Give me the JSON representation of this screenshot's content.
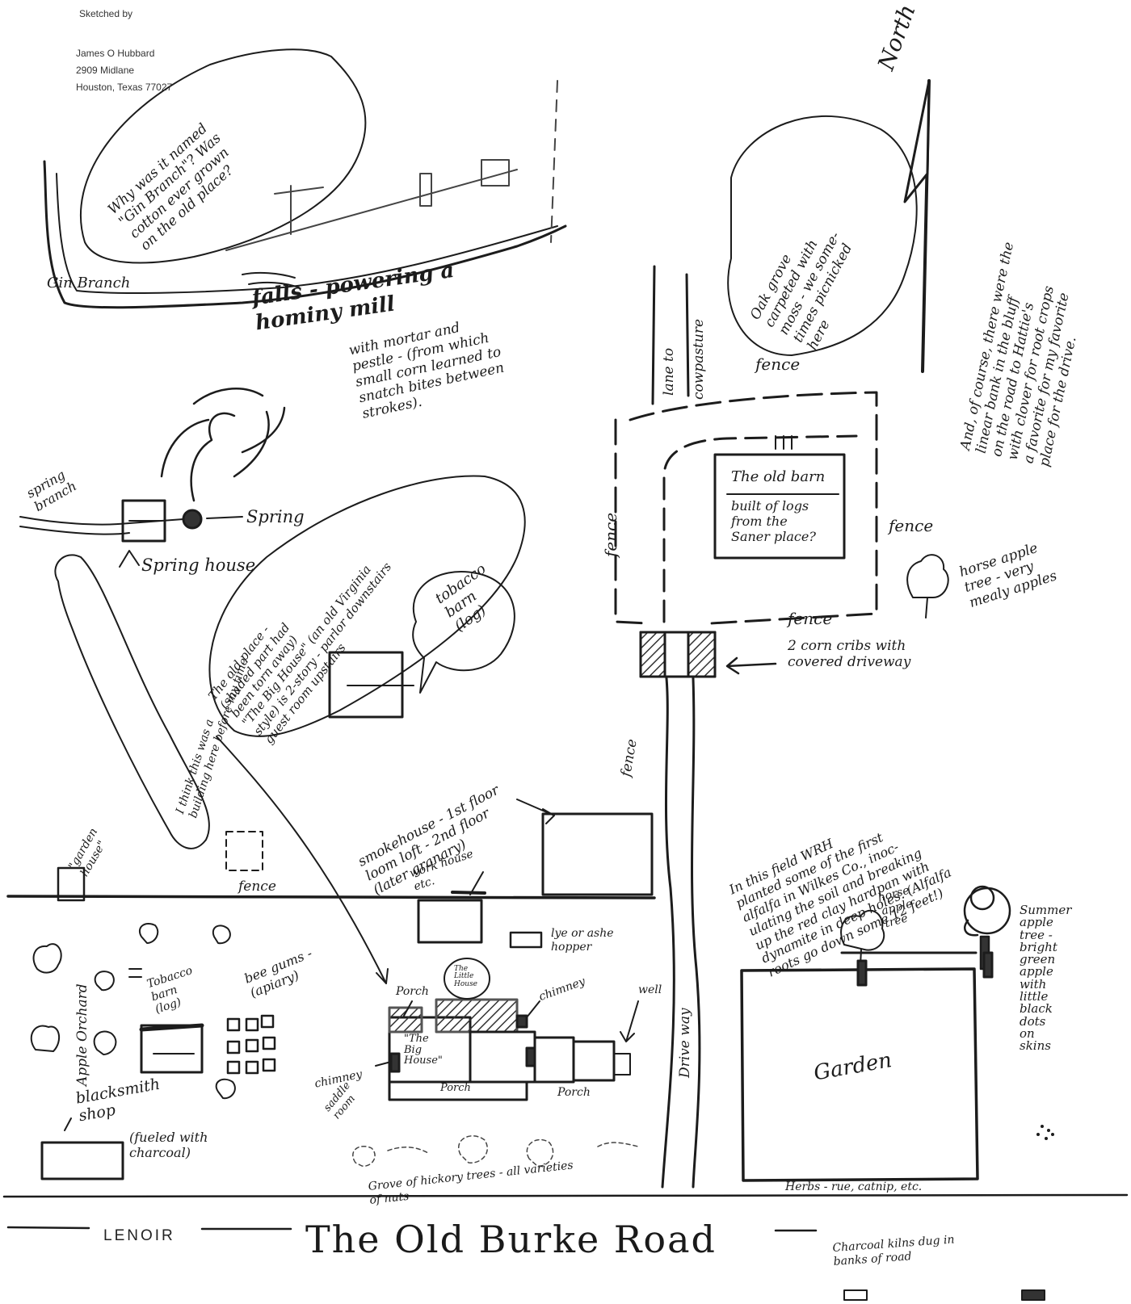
{
  "header": {
    "sketched_by": "Sketched by",
    "address": "James O Hubbard\n2909 Midlane\nHouston, Texas 77027"
  },
  "labels": {
    "north": "North",
    "gin_question": "Why was it named\n\"Gin Branch\"? Was\ncotton ever grown\non the old place?",
    "gin_branch": "Gin Branch",
    "falls": "falls - powering a\nhominy mill",
    "falls_note": "with mortar and\npestle - (from which\nsmall corn learned to\nsnatch bites between\nstrokes).",
    "lane": "lane to",
    "cowpasture": "cowpasture",
    "oak_grove": "Oak grove\ncarpeted with\nmoss - we some-\ntimes picnicked\nhere",
    "right_note": "And, of course, there were the\nlinear bank in the bluff\non the road to Hattie's\nwith clover for root crops\na favorite for my favorite\nplace for the drive.",
    "fence_top": "fence",
    "old_barn": "The old barn",
    "old_barn_note": "built of logs\nfrom the\nSaner place?",
    "fence_right": "fence",
    "horse_apple": "horse apple\ntree - very\nmealy apples",
    "fence_left_barn": "fence",
    "fence_below_barn": "fence",
    "corn_cribs": "2 corn cribs with\ncovered driveway",
    "spring_branch": "spring\nbranch",
    "spring": "Spring",
    "spring_house": "Spring house",
    "old_place": "The old place -\n(shaded part had\nbeen torn away)\n\"The Big House\" (an old Virginia\nstyle) is 2-story - parlor downstairs\nguest room upstairs",
    "tobacco_barn": "tobacco\nbarn\n(log)",
    "think_note": "I think this was a\nbuilding here before my time",
    "smokehouse": "smokehouse - 1st floor\nloom loft - 2nd floor\n(later granary)",
    "fence_vertical": "fence",
    "field_note": "In this field WRH\nplanted some of the first\nalfalfa in Wilkes Co., inoc-\nulating the soil and breaking\nup the red clay hardpan with\ndynamite in deep holes. (Alfalfa\nroots go down some 12 feet!)",
    "horse_apple_tree": "horse\napple\ntree",
    "garden_house": "\"garden\nhouse\"",
    "fence_bottom": "fence",
    "work_house": "work house\netc.",
    "lye_hopper": "lye or ashe\nhopper",
    "bee_gums": "bee gums -\n(apiary)",
    "tobacco_barn_2": "Tobacco\nbarn\n(log)",
    "apple_orchard": "Apple Orchard",
    "porch_top": "Porch",
    "the_little_house": "The\nLittle\nHouse",
    "chimney_right": "chimney",
    "well": "well",
    "big_house": "\"The\nBig\nHouse\"",
    "chimney_left": "chimney",
    "saddle_room": "saddle\nroom",
    "porch_bottom": "Porch",
    "porch_bottom_right": "Porch",
    "drive_way": "Drive way",
    "garden": "Garden",
    "summer_apple": "Summer\napple\ntree -\nbright\ngreen\napple\nwith\nlittle\nblack\ndots\non\nskins",
    "blacksmith": "blacksmith\nshop",
    "blacksmith_note": "(fueled with\ncharcoal)",
    "hickory": "Grove of hickory trees - all varieties\nof nuts",
    "herbs": "Herbs - rue, catnip, etc.",
    "lenoir": "LENOIR",
    "road": "The Old Burke Road",
    "charcoal_kilns": "Charcoal kilns dug in\nbanks of road"
  },
  "colors": {
    "ink": "#1c1c1c",
    "paper": "#ffffff",
    "shade": "#555555"
  }
}
